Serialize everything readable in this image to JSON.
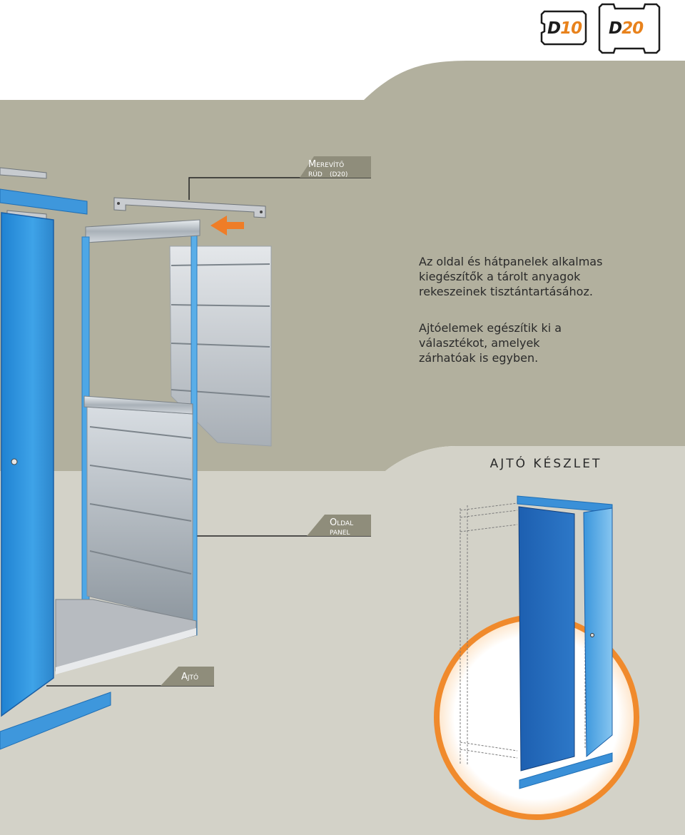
{
  "logos": [
    {
      "prefix": "D",
      "number": "10"
    },
    {
      "prefix": "D",
      "number": "20"
    }
  ],
  "callouts": {
    "stiffener": {
      "first_letter": "M",
      "line1_rest": "EREVÍTŐ",
      "line2": "RÚD",
      "line2_suffix": "(D20)"
    },
    "side_panel": {
      "first_letter": "O",
      "line1_rest": "LDAL",
      "line2": "PANEL"
    },
    "door": {
      "first_letter": "A",
      "line1_rest": "JTÓ"
    }
  },
  "description": {
    "paragraph1": [
      "Az oldal és hátpanelek alkalmas",
      "kiegészítők a tárolt anyagok",
      "rekeszeinek tisztántartásához."
    ],
    "paragraph2": [
      "Ajtóelemek egészítik ki a",
      "választékot, amelyek",
      "zárhatóak is egyben."
    ]
  },
  "kit_title": "AJTÓ KÉSZLET",
  "colors": {
    "bg_top": "#b2b09e",
    "bg_bottom": "#d3d2c8",
    "label_bg": "#8f8d7b",
    "blue": "#2e8fd6",
    "blue_dark": "#1a5fa6",
    "orange": "#f08a2c",
    "arrow": "#ef7d27"
  }
}
